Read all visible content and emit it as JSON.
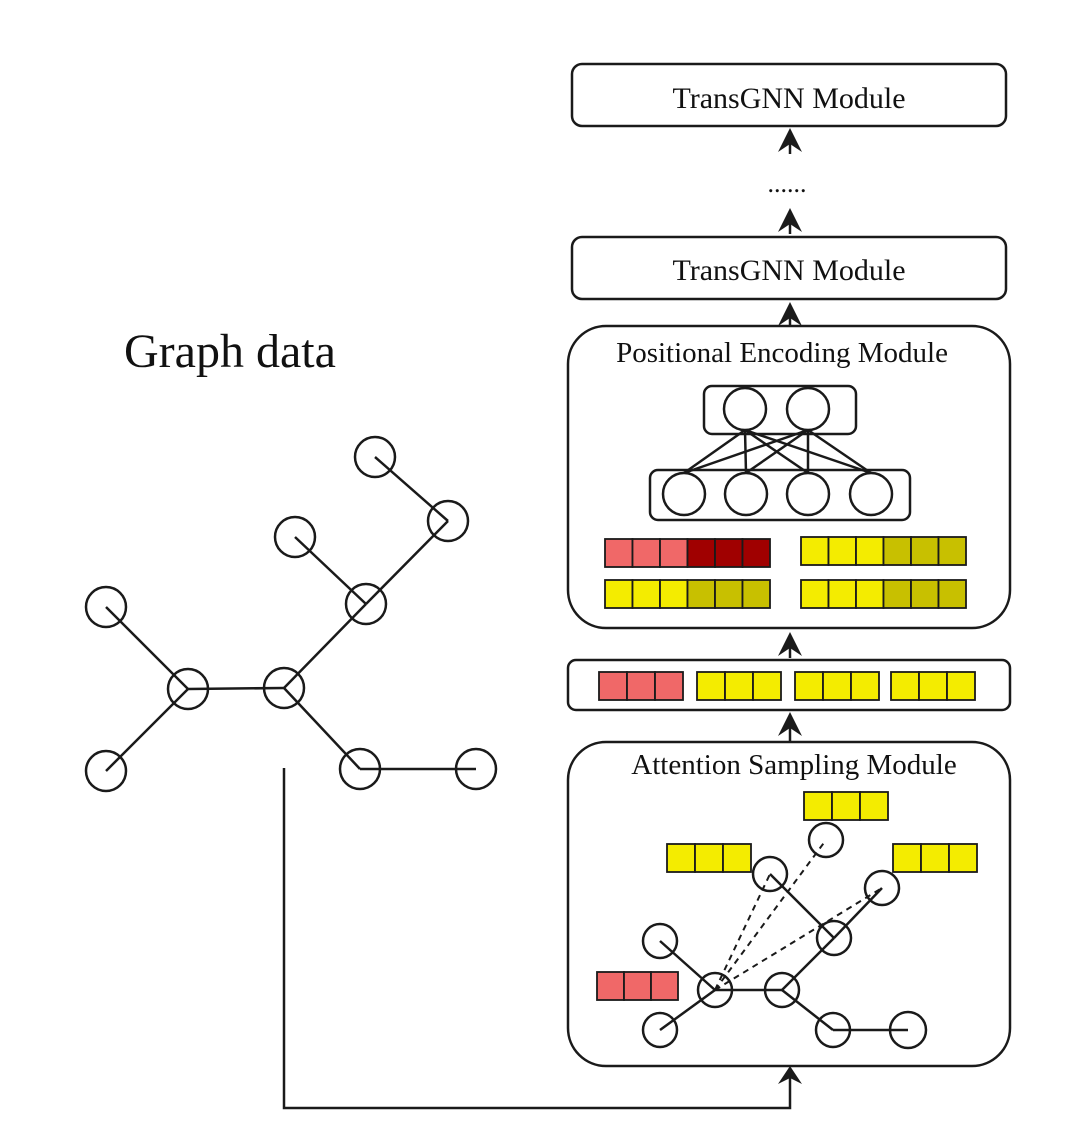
{
  "labels": {
    "graph_title": "Graph data",
    "top_module": "TransGNN Module",
    "ellipsis": "......",
    "mid_module": "TransGNN Module",
    "pos_module": "Positional Encoding Module",
    "att_module": "Attention Sampling Module"
  },
  "colors": {
    "center_node": "#f06868",
    "highlight_node": "#f4ec00",
    "red_cell": "#f06868",
    "dark_red_cell": "#a00000",
    "yellow_cell": "#f4ec00",
    "olive_cell": "#c8c000",
    "plain_node": "#ffffff"
  },
  "graph": {
    "center_node_index": 4,
    "node_count": 10,
    "edges": [
      [
        0,
        1
      ],
      [
        1,
        2
      ],
      [
        3,
        2
      ],
      [
        2,
        5
      ],
      [
        4,
        5
      ],
      [
        5,
        6
      ],
      [
        6,
        7
      ],
      [
        4,
        8
      ],
      [
        4,
        9
      ]
    ]
  },
  "sampling_graph": {
    "center_node_index": 1,
    "sampled_node_indices": [
      6,
      7,
      8
    ]
  },
  "tokens": {
    "pos_row1_left": [
      "red",
      "red",
      "red",
      "dark_red",
      "dark_red",
      "dark_red"
    ],
    "pos_row1_right": [
      "yellow",
      "yellow",
      "yellow",
      "olive",
      "olive",
      "olive"
    ],
    "pos_row2_left": [
      "yellow",
      "yellow",
      "yellow",
      "olive",
      "olive",
      "olive"
    ],
    "pos_row2_right": [
      "yellow",
      "yellow",
      "yellow",
      "olive",
      "olive",
      "olive"
    ],
    "sequence": [
      [
        "red",
        "red",
        "red"
      ],
      [
        "yellow",
        "yellow",
        "yellow"
      ],
      [
        "yellow",
        "yellow",
        "yellow"
      ],
      [
        "yellow",
        "yellow",
        "yellow"
      ]
    ]
  }
}
